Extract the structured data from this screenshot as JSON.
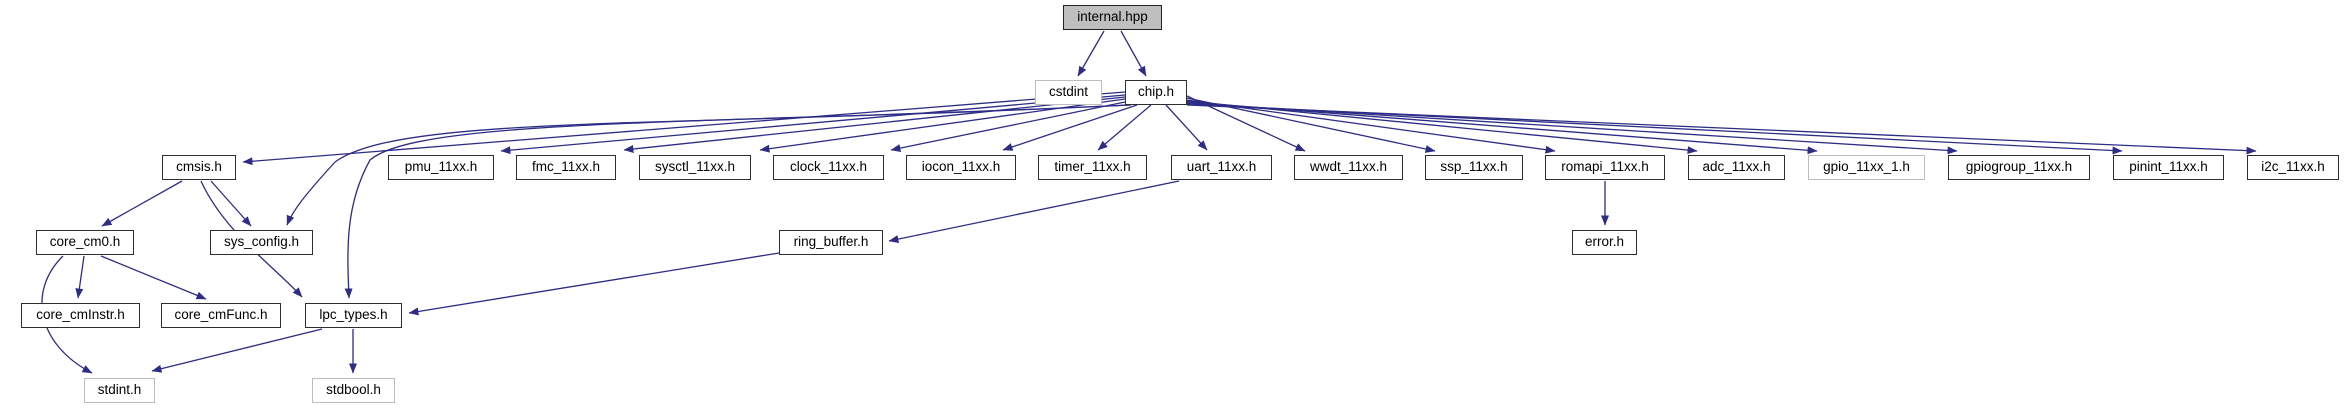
{
  "diagram": {
    "type": "include-dependency-graph",
    "colors": {
      "edge": "#2d2d86",
      "root_fill": "#bfbfbf",
      "node_border": "#2e2e2e",
      "external_border": "#bdbdbd",
      "background": "#ffffff"
    },
    "nodes": [
      {
        "id": "internal_hpp",
        "label": "internal.hpp",
        "kind": "root"
      },
      {
        "id": "cstdint",
        "label": "cstdint",
        "kind": "external"
      },
      {
        "id": "chip_h",
        "label": "chip.h",
        "kind": "normal"
      },
      {
        "id": "cmsis_h",
        "label": "cmsis.h",
        "kind": "normal"
      },
      {
        "id": "pmu_11xx_h",
        "label": "pmu_11xx.h",
        "kind": "normal"
      },
      {
        "id": "fmc_11xx_h",
        "label": "fmc_11xx.h",
        "kind": "normal"
      },
      {
        "id": "sysctl_11xx_h",
        "label": "sysctl_11xx.h",
        "kind": "normal"
      },
      {
        "id": "clock_11xx_h",
        "label": "clock_11xx.h",
        "kind": "normal"
      },
      {
        "id": "iocon_11xx_h",
        "label": "iocon_11xx.h",
        "kind": "normal"
      },
      {
        "id": "timer_11xx_h",
        "label": "timer_11xx.h",
        "kind": "normal"
      },
      {
        "id": "uart_11xx_h",
        "label": "uart_11xx.h",
        "kind": "normal"
      },
      {
        "id": "wwdt_11xx_h",
        "label": "wwdt_11xx.h",
        "kind": "normal"
      },
      {
        "id": "ssp_11xx_h",
        "label": "ssp_11xx.h",
        "kind": "normal"
      },
      {
        "id": "romapi_11xx_h",
        "label": "romapi_11xx.h",
        "kind": "normal"
      },
      {
        "id": "adc_11xx_h",
        "label": "adc_11xx.h",
        "kind": "normal"
      },
      {
        "id": "gpio_11xx_1_h",
        "label": "gpio_11xx_1.h",
        "kind": "external"
      },
      {
        "id": "gpiogroup_11xx_h",
        "label": "gpiogroup_11xx.h",
        "kind": "normal"
      },
      {
        "id": "pinint_11xx_h",
        "label": "pinint_11xx.h",
        "kind": "normal"
      },
      {
        "id": "i2c_11xx_h",
        "label": "i2c_11xx.h",
        "kind": "normal"
      },
      {
        "id": "core_cm0_h",
        "label": "core_cm0.h",
        "kind": "normal"
      },
      {
        "id": "sys_config_h",
        "label": "sys_config.h",
        "kind": "normal"
      },
      {
        "id": "ring_buffer_h",
        "label": "ring_buffer.h",
        "kind": "normal"
      },
      {
        "id": "error_h",
        "label": "error.h",
        "kind": "normal"
      },
      {
        "id": "core_cmInstr_h",
        "label": "core_cmInstr.h",
        "kind": "normal"
      },
      {
        "id": "core_cmFunc_h",
        "label": "core_cmFunc.h",
        "kind": "normal"
      },
      {
        "id": "lpc_types_h",
        "label": "lpc_types.h",
        "kind": "normal"
      },
      {
        "id": "stdint_h",
        "label": "stdint.h",
        "kind": "external"
      },
      {
        "id": "stdbool_h",
        "label": "stdbool.h",
        "kind": "external"
      }
    ],
    "edges": [
      {
        "from": "internal_hpp",
        "to": "cstdint"
      },
      {
        "from": "internal_hpp",
        "to": "chip_h"
      },
      {
        "from": "chip_h",
        "to": "cmsis_h"
      },
      {
        "from": "chip_h",
        "to": "pmu_11xx_h"
      },
      {
        "from": "chip_h",
        "to": "fmc_11xx_h"
      },
      {
        "from": "chip_h",
        "to": "sysctl_11xx_h"
      },
      {
        "from": "chip_h",
        "to": "clock_11xx_h"
      },
      {
        "from": "chip_h",
        "to": "iocon_11xx_h"
      },
      {
        "from": "chip_h",
        "to": "timer_11xx_h"
      },
      {
        "from": "chip_h",
        "to": "uart_11xx_h"
      },
      {
        "from": "chip_h",
        "to": "wwdt_11xx_h"
      },
      {
        "from": "chip_h",
        "to": "ssp_11xx_h"
      },
      {
        "from": "chip_h",
        "to": "romapi_11xx_h"
      },
      {
        "from": "chip_h",
        "to": "adc_11xx_h"
      },
      {
        "from": "chip_h",
        "to": "gpio_11xx_1_h"
      },
      {
        "from": "chip_h",
        "to": "gpiogroup_11xx_h"
      },
      {
        "from": "chip_h",
        "to": "pinint_11xx_h"
      },
      {
        "from": "chip_h",
        "to": "i2c_11xx_h"
      },
      {
        "from": "chip_h",
        "to": "sys_config_h"
      },
      {
        "from": "chip_h",
        "to": "lpc_types_h"
      },
      {
        "from": "cmsis_h",
        "to": "core_cm0_h"
      },
      {
        "from": "cmsis_h",
        "to": "sys_config_h"
      },
      {
        "from": "cmsis_h",
        "to": "lpc_types_h"
      },
      {
        "from": "core_cm0_h",
        "to": "core_cmInstr_h"
      },
      {
        "from": "core_cm0_h",
        "to": "core_cmFunc_h"
      },
      {
        "from": "core_cm0_h",
        "to": "stdint_h"
      },
      {
        "from": "lpc_types_h",
        "to": "stdint_h"
      },
      {
        "from": "lpc_types_h",
        "to": "stdbool_h"
      },
      {
        "from": "uart_11xx_h",
        "to": "ring_buffer_h"
      },
      {
        "from": "ring_buffer_h",
        "to": "lpc_types_h"
      },
      {
        "from": "romapi_11xx_h",
        "to": "error_h"
      }
    ]
  }
}
